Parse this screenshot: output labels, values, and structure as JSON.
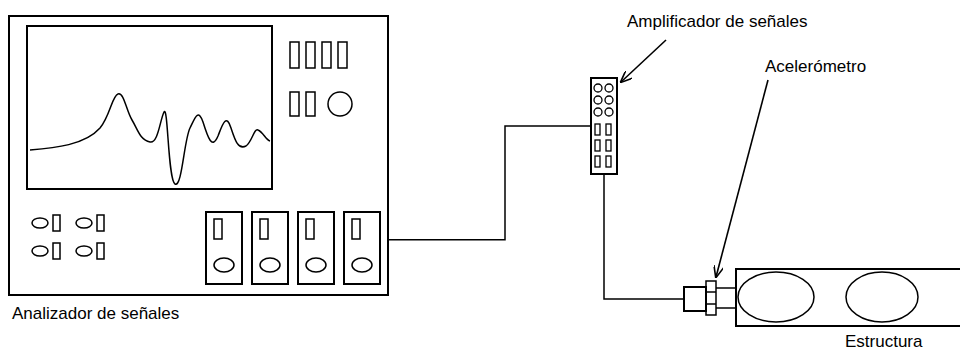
{
  "diagram": {
    "nodes": [
      {
        "text": [
          "Analizador de señales"
        ]
      },
      {
        "text": [
          "Amplificador de señales"
        ]
      },
      {
        "text": [
          "Acelerómetro"
        ]
      },
      {
        "text": [
          "Estructura"
        ]
      }
    ],
    "edges": [
      {
        "from": 0,
        "to": 1,
        "arrow": "none"
      },
      {
        "from": 1,
        "to": 2,
        "arrow": "none"
      }
    ]
  }
}
